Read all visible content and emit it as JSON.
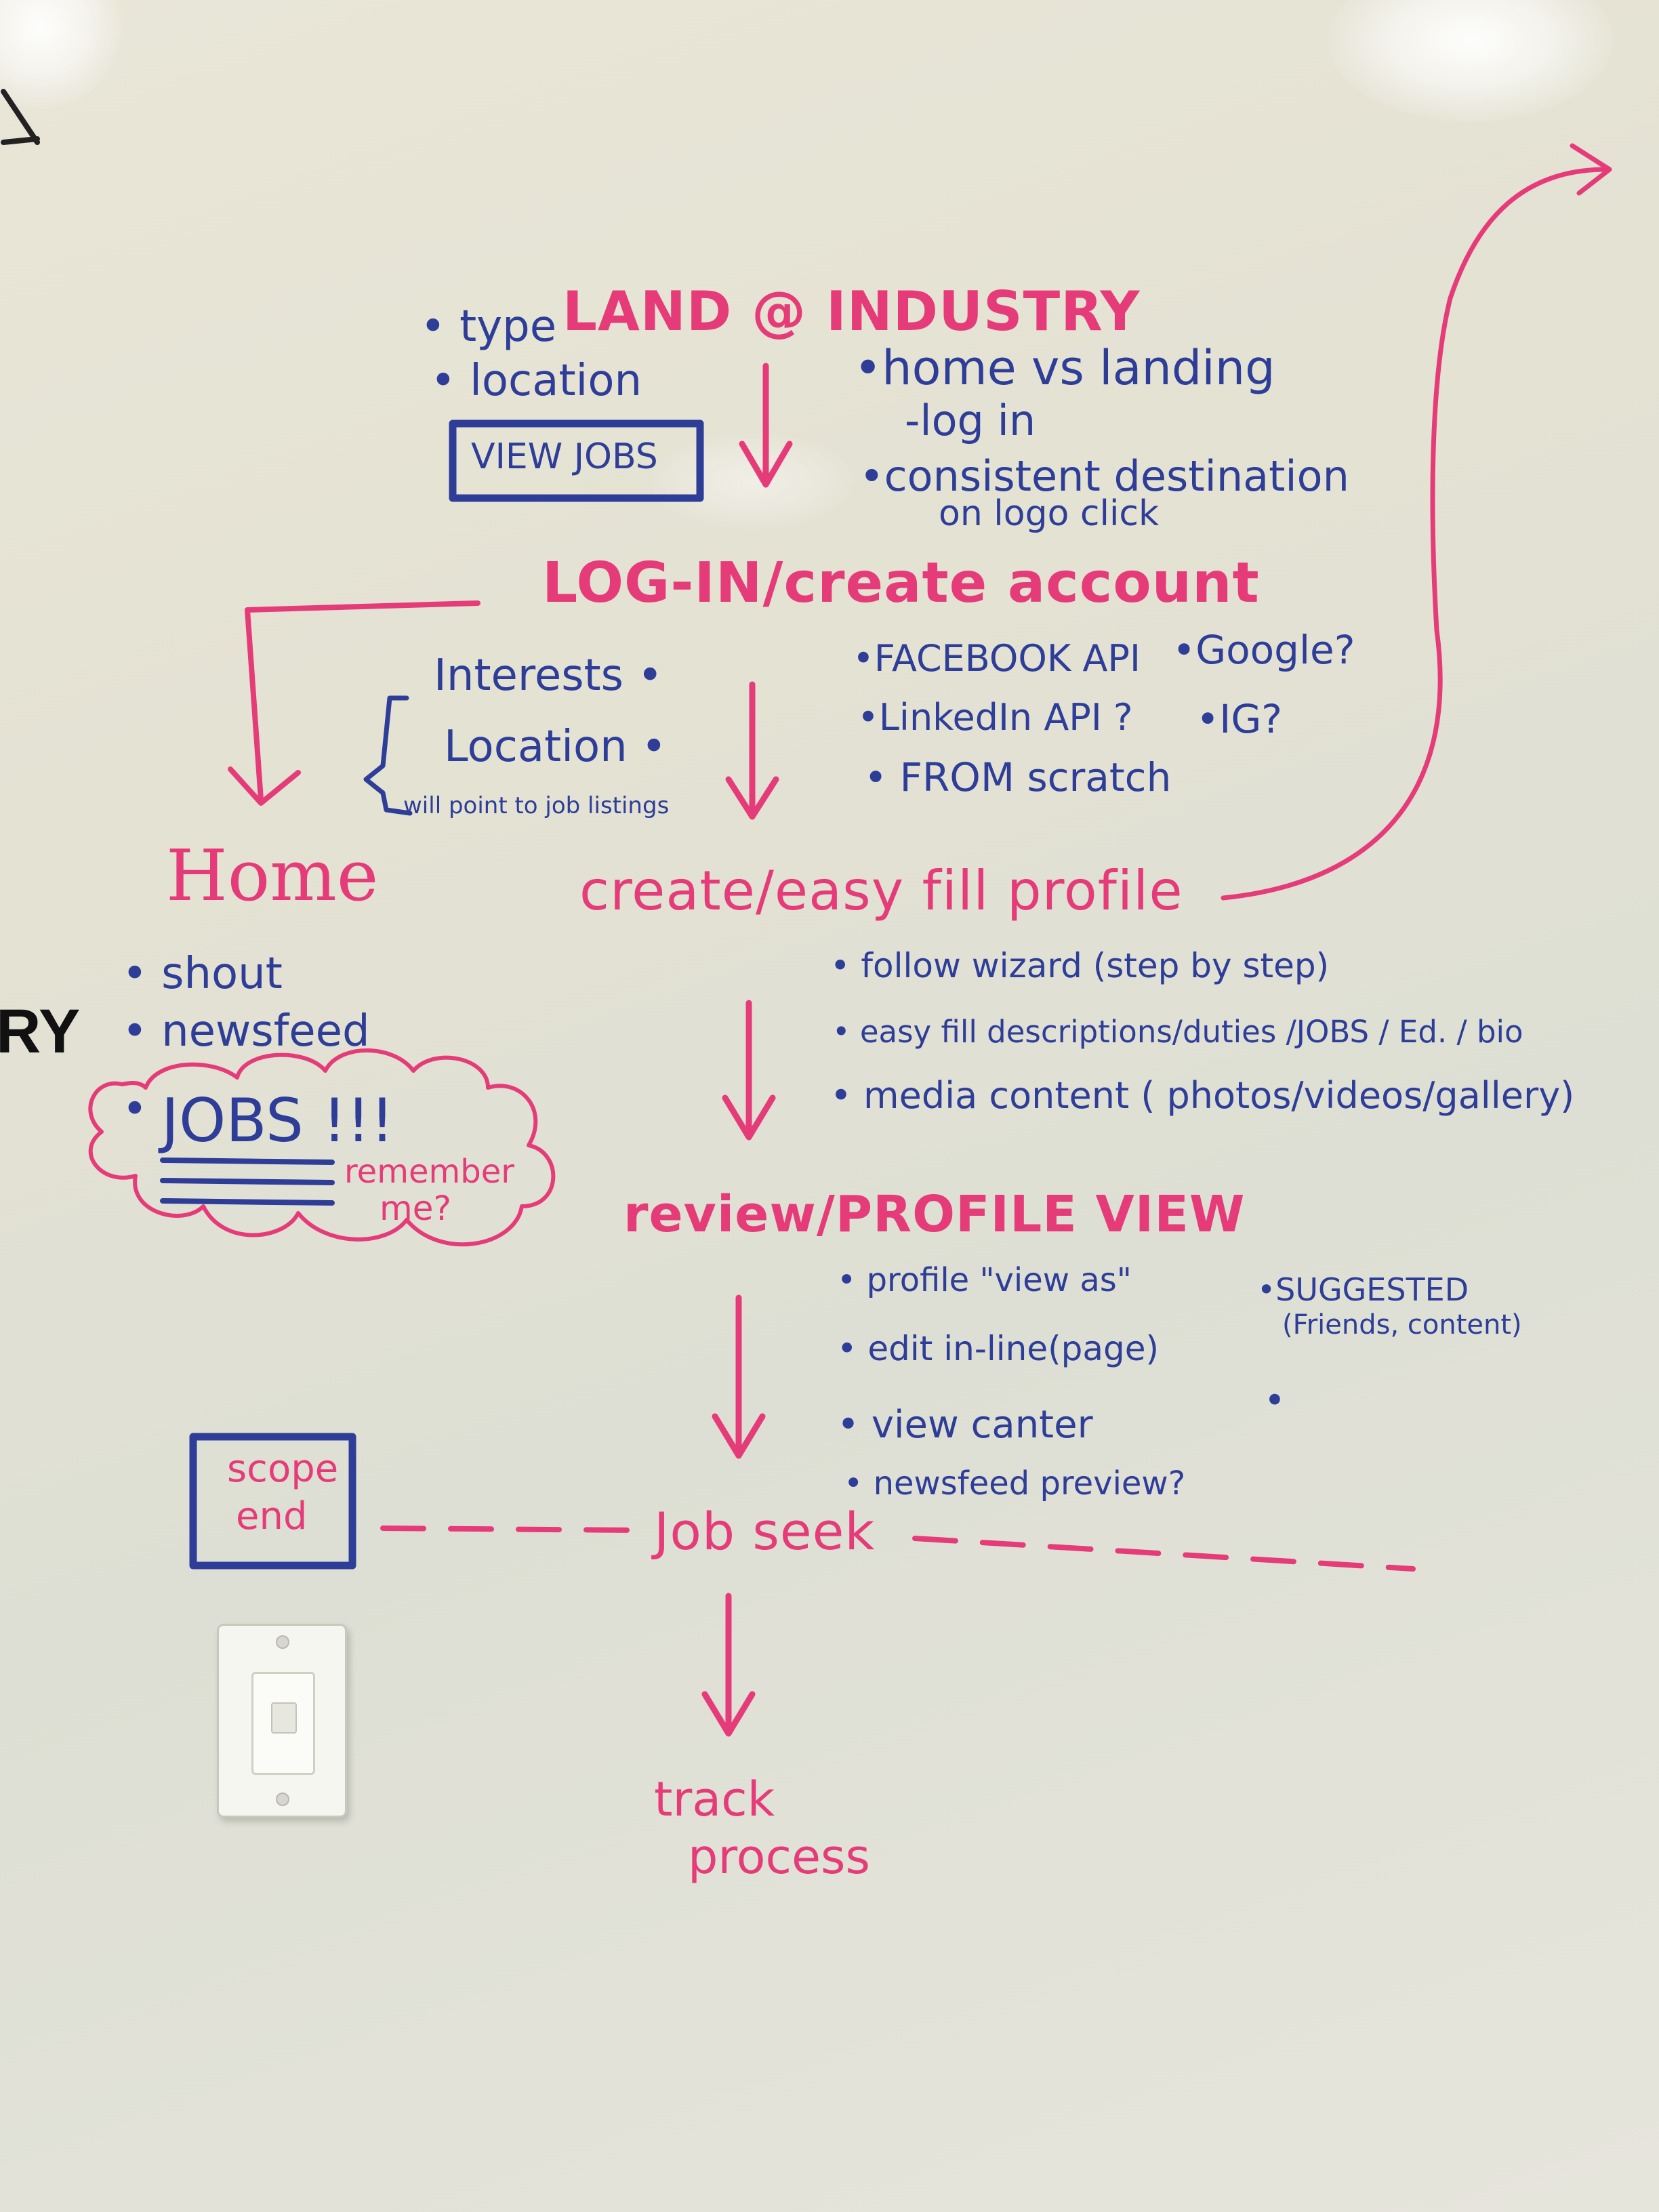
{
  "edge_text": "RY",
  "flow": {
    "landing": "LAND @ INDUSTRY",
    "login": "LOG-IN/create account",
    "profile": "create/easy fill profile",
    "review": "review/PROFILE VIEW",
    "jobseek": "Job seek",
    "track": [
      "track",
      "process"
    ]
  },
  "landing_left": {
    "items": [
      "• type",
      "• location"
    ],
    "button": "VIEW JOBS"
  },
  "landing_right": [
    "•home vs landing",
    "-log in",
    "•consistent destination",
    "on logo click"
  ],
  "login_right": {
    "col1": [
      "•FACEBOOK API",
      "•LinkedIn API ?",
      "• FROM scratch"
    ],
    "col2": [
      "•Google?",
      "•IG?"
    ]
  },
  "login_left": {
    "items": [
      "Interests •",
      "Location •"
    ],
    "note": "will point to job listings"
  },
  "home": {
    "title": "Home",
    "items": [
      "• shout",
      "• newsfeed",
      "•"
    ],
    "jobs": "JOBS !!!",
    "cloud_note": [
      "remember",
      "me?"
    ]
  },
  "profile_notes": [
    "• follow wizard (step by step)",
    "• easy fill descriptions/duties /JOBS / Ed. / bio",
    "• media content ( photos/videos/gallery)"
  ],
  "review_notes": [
    "• profile \"view as\"",
    "• edit in-line(page)",
    "• view canter",
    "• newsfeed preview?"
  ],
  "suggested": [
    "•SUGGESTED",
    "(Friends, content)",
    "•"
  ],
  "scope": [
    "scope",
    "end"
  ]
}
